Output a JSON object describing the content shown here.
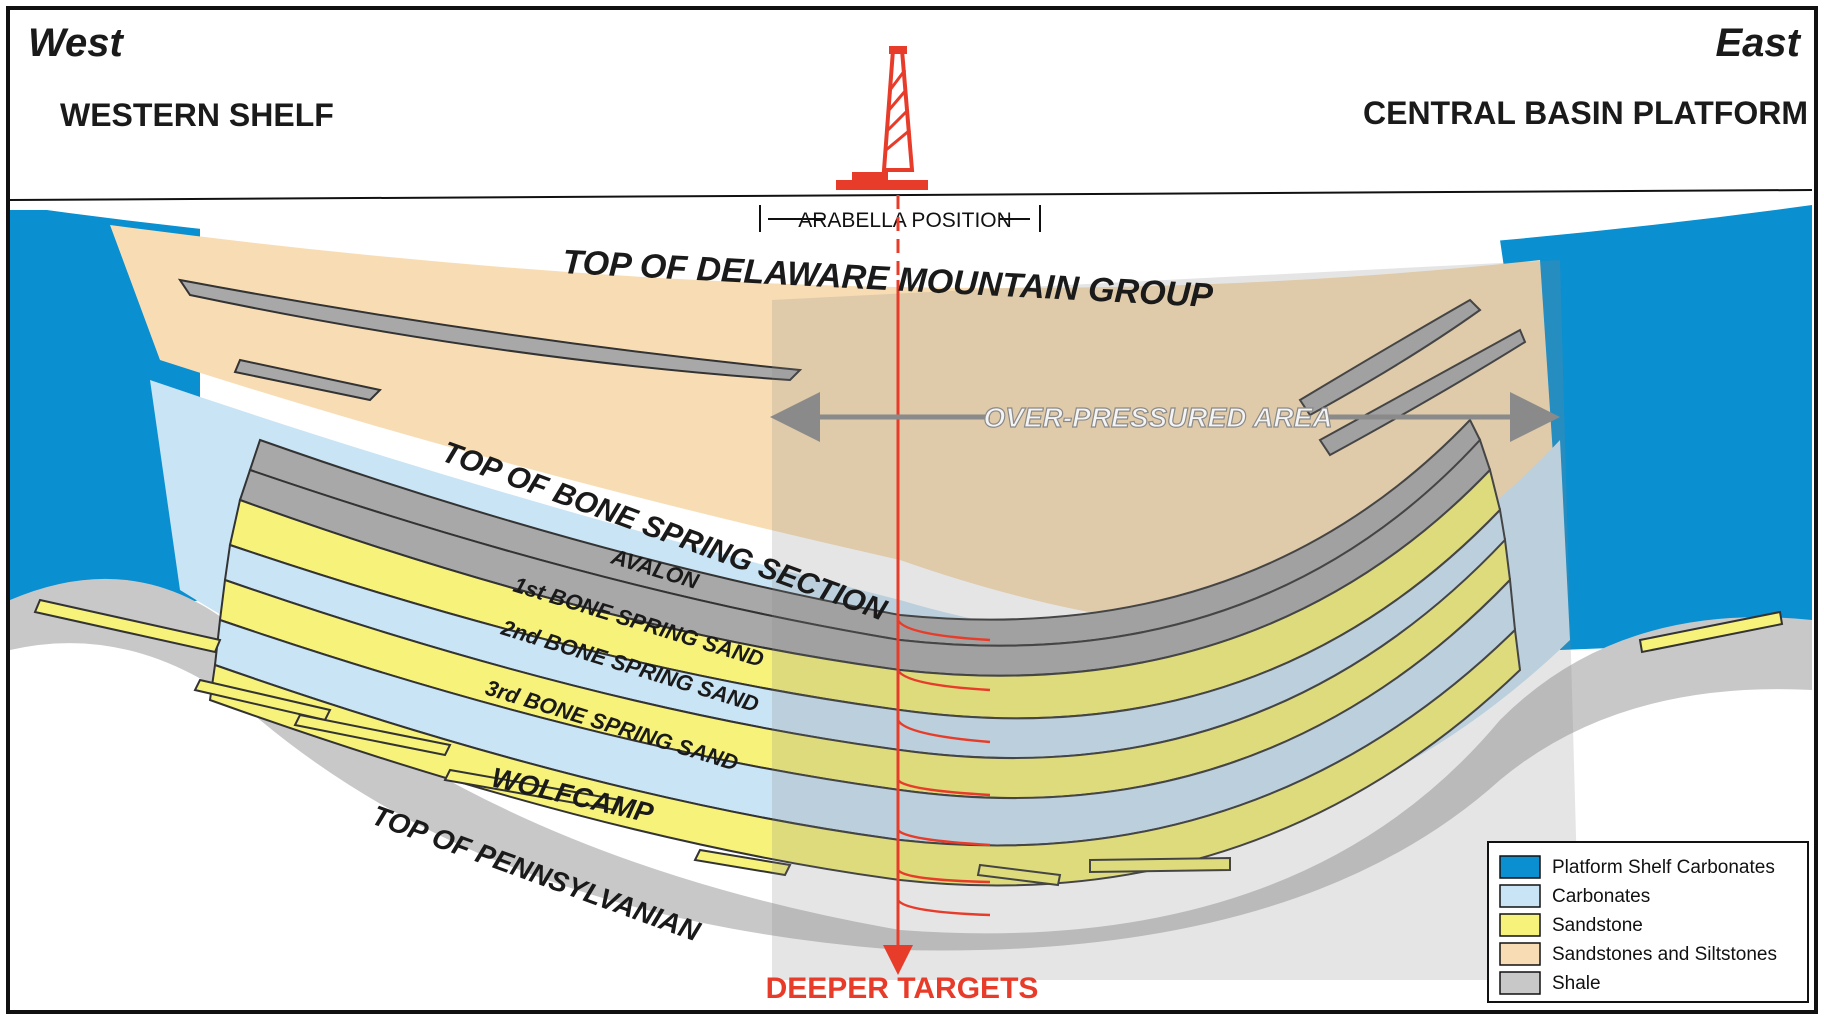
{
  "corners": {
    "west": "West",
    "east": "East"
  },
  "regions": {
    "left": "WESTERN SHELF",
    "right": "CENTRAL BASIN PLATFORM"
  },
  "well": {
    "position_label": "ARABELLA POSITION",
    "bottom_label": "DEEPER TARGETS"
  },
  "labels": {
    "delaware": "TOP OF DELAWARE MOUNTAIN GROUP",
    "over_pressured": "OVER-PRESSURED AREA",
    "bone_spring": "TOP OF BONE SPRING SECTION",
    "avalon": "AVALON",
    "sand1": "1st BONE SPRING SAND",
    "sand2": "2nd BONE SPRING SAND",
    "sand3": "3rd BONE SPRING SAND",
    "wolfcamp": "WOLFCAMP",
    "pennsylvanian": "TOP OF PENNSYLVANIAN"
  },
  "legend": [
    {
      "label": "Platform Shelf Carbonates",
      "color": "#0a8fd0"
    },
    {
      "label": "Carbonates",
      "color": "#c9e4f4"
    },
    {
      "label": "Sandstone",
      "color": "#f7f37a"
    },
    {
      "label": "Sandstones and Siltstones",
      "color": "#f8ddb4"
    },
    {
      "label": "Shale",
      "color": "#c8c8c8"
    }
  ]
}
